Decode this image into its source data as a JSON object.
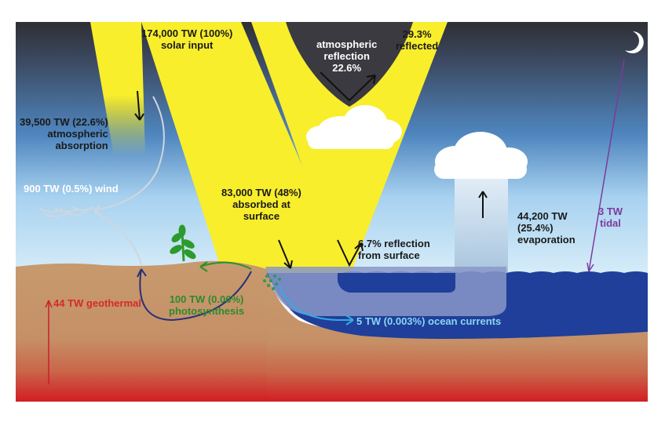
{
  "colors": {
    "sky_top": "#2e2e33",
    "sky_mid": "#4e7fb6",
    "sky_low": "#a9d3f1",
    "sunlight": "#f8ee2c",
    "land": "#c69469",
    "ground_deep": "#c8252a",
    "ocean": "#1f3f9a",
    "ocean_current": "#8a96c8",
    "evaporation": "#cde4f4",
    "text_dark": "#1a1a1a",
    "text_white": "#ffffff",
    "text_green": "#2d8a2d",
    "text_red": "#d42a2a",
    "text_purple": "#7d3a9c",
    "text_cyan": "#8ad7f2",
    "arrow_wind": "#cfd6df",
    "arrow_photosynthesis": "#2f8f2f",
    "arrow_navy": "#26307a",
    "arrow_current": "#39a9e0",
    "arrow_geothermal": "#c7202a",
    "arrow_tidal": "#7b3b9d"
  },
  "icons": [
    "moon-icon",
    "cloud-icon",
    "plant-icon",
    "algae-icon",
    "wind-gust-icon",
    "wave-icon"
  ],
  "labels": {
    "solar_input": {
      "line1": "174,000 TW (100%)",
      "line2": "solar input"
    },
    "atmospheric_reflection": {
      "line1": "atmospheric",
      "line2": "reflection",
      "line3": "22.6%"
    },
    "reflected": {
      "line1": "29.3%",
      "line2": "reflected"
    },
    "atmospheric_absorption": {
      "line1": "39,500 TW (22.6%)",
      "line2": "atmospheric",
      "line3": "absorption"
    },
    "wind": "900 TW (0.5%) wind",
    "absorbed": {
      "line1": "83,000 TW (48%)",
      "line2": "absorbed at",
      "line3": "surface"
    },
    "surface_reflection": {
      "line1": "6.7% reflection",
      "line2": "from surface"
    },
    "evaporation": {
      "line1": "44,200 TW",
      "line2": "(25.4%)",
      "line3": "evaporation"
    },
    "tidal": {
      "line1": "3 TW",
      "line2": "tidal"
    },
    "photosynthesis": {
      "line1": "100 TW (0.06%)",
      "line2": "photosynthesis"
    },
    "ocean_currents": "5 TW (0.003%) ocean currents",
    "geothermal": "44 TW geothermal"
  }
}
